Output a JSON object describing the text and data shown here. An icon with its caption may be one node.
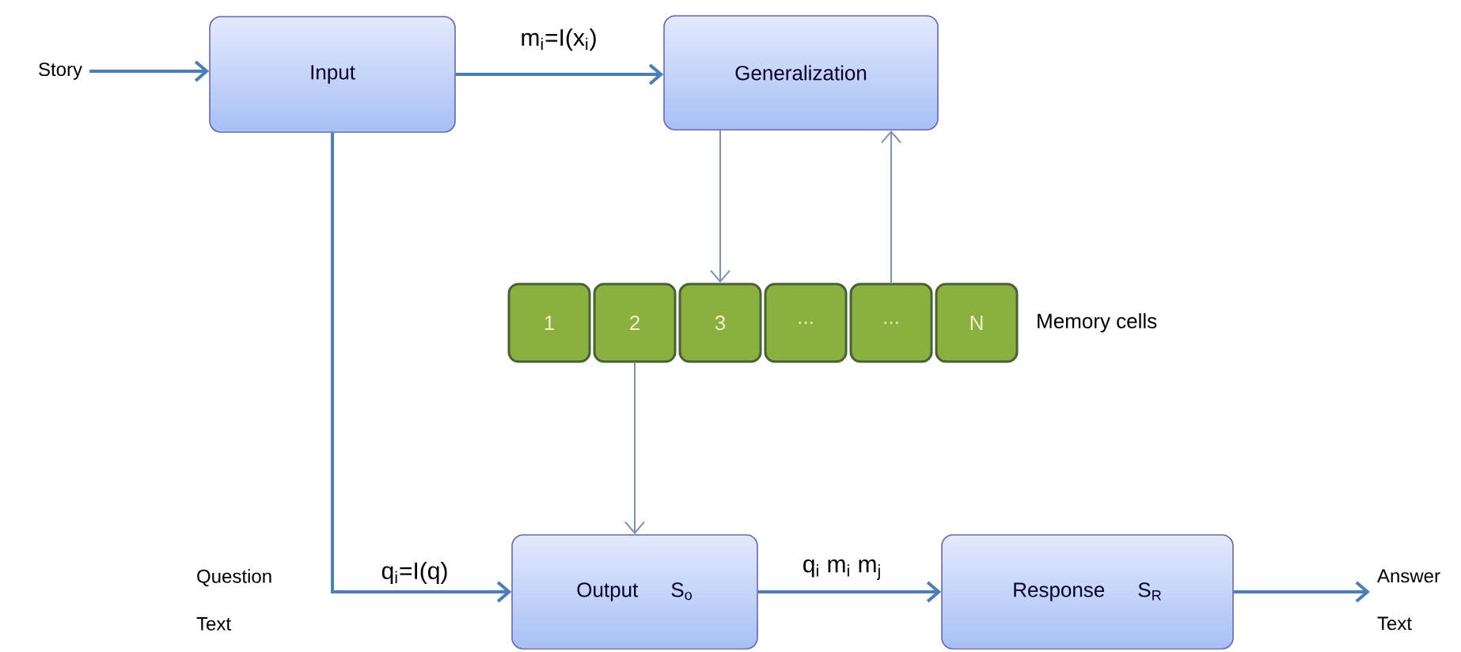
{
  "diagram": {
    "nodes": [
      {
        "text": [
          "Story"
        ]
      },
      {
        "text": [
          "Input"
        ]
      },
      {
        "text": [
          "Generalization"
        ]
      },
      {
        "text": [
          "1"
        ]
      },
      {
        "text": [
          "2"
        ]
      },
      {
        "text": [
          "3"
        ]
      },
      {
        "text": [
          "..."
        ]
      },
      {
        "text": [
          "..."
        ]
      },
      {
        "text": [
          "N"
        ]
      },
      {
        "text": [
          "Output",
          "S$_{o}$"
        ]
      },
      {
        "text": [
          "Response",
          "S$_{R}$"
        ]
      },
      {
        "text": [
          "Answer Text"
        ]
      }
    ],
    "edges": [
      {
        "from": 0,
        "to": 1,
        "arrow": "to"
      },
      {
        "from": 1,
        "to": 2,
        "arrow": "to",
        "label": "m$_{i}$=I(x$_{i}$)"
      },
      {
        "from": 2,
        "to": 5,
        "arrow": "to",
        "color": "#7f8fb5"
      },
      {
        "from": 7,
        "to": 2,
        "arrow": "to",
        "color": "#7f8fb5"
      },
      {
        "from": 4,
        "to": 9,
        "arrow": "to",
        "color": "#7f8fb5"
      },
      {
        "from": 1,
        "to": 9,
        "arrow": "to",
        "label": "q$_{i}$=I(q)"
      },
      {
        "from": 9,
        "to": 10,
        "arrow": "to",
        "label": "q$_{i}$ m$_{i}$ m$_{j}$"
      },
      {
        "from": 10,
        "to": 11,
        "arrow": "to"
      }
    ],
    "labels": [
      "Memory cells",
      "Question Text"
    ]
  }
}
